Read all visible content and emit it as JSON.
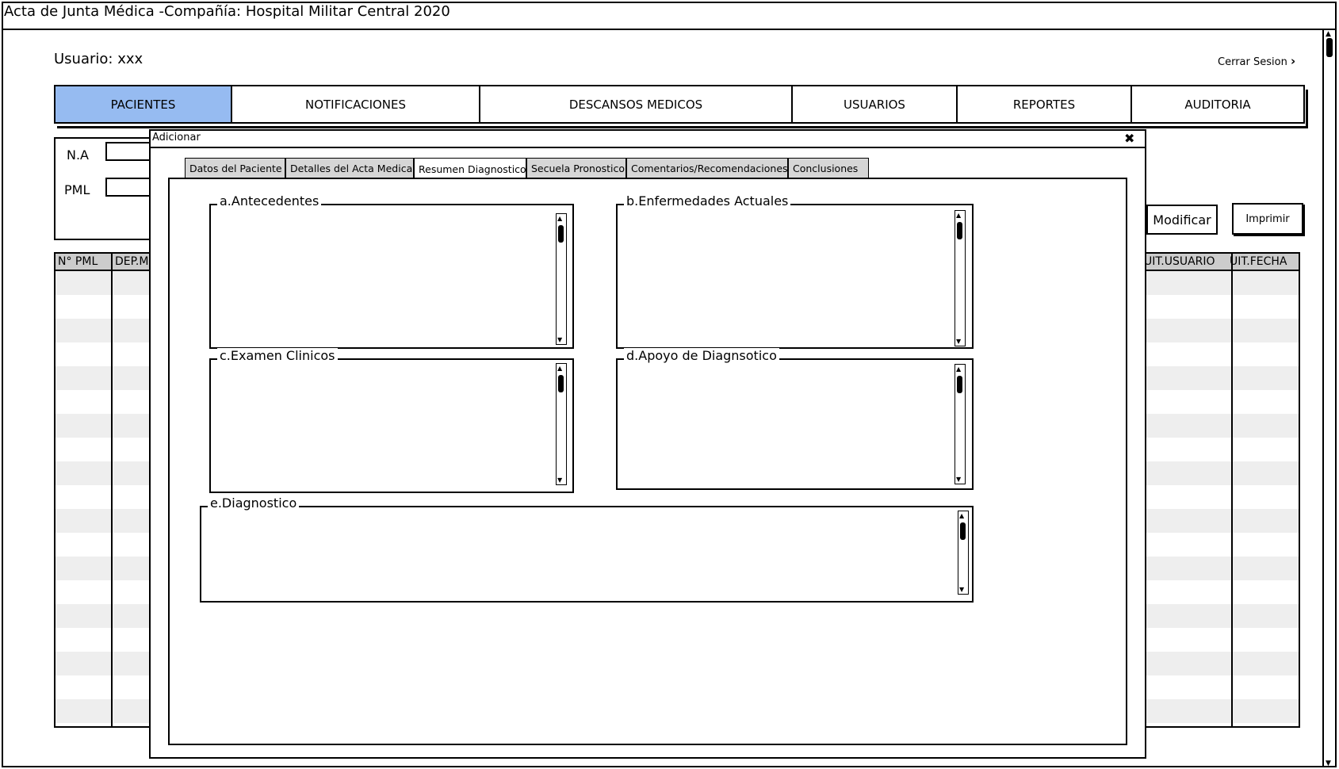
{
  "app": {
    "title": "Acta de Junta Médica -Compañía: Hospital Militar Central 2020",
    "user_label": "Usuario: xxx",
    "logout_label": "Cerrar Sesion",
    "logout_icon": "chevron-right-icon"
  },
  "nav": {
    "tabs": [
      {
        "label": "PACIENTES",
        "active": true
      },
      {
        "label": "NOTIFICACIONES",
        "active": false
      },
      {
        "label": "DESCANSOS MEDICOS",
        "active": false
      },
      {
        "label": "USUARIOS",
        "active": false
      },
      {
        "label": "REPORTES",
        "active": false
      },
      {
        "label": "AUDITORIA",
        "active": false
      }
    ],
    "active_color": "#96bbf1"
  },
  "filters": {
    "na_label": "N.A",
    "pml_label": "PML"
  },
  "actions": {
    "modificar_label": "Modificar",
    "imprimir_label": "Imprimir"
  },
  "table": {
    "columns": [
      "N° PML",
      "DEP.M",
      "UIT.USUARIO",
      "UIT.FECHA"
    ],
    "stripe_color": "#eeeeee"
  },
  "modal": {
    "title": "Adicionar",
    "close_icon": "close-icon",
    "tabs": [
      {
        "label": "Datos del Paciente",
        "active": false
      },
      {
        "label": "Detalles del Acta Medica",
        "active": false
      },
      {
        "label": "Resumen Diagnostico",
        "active": true
      },
      {
        "label": "Secuela Pronostico",
        "active": false
      },
      {
        "label": "Comentarios/Recomendaciones",
        "active": false
      },
      {
        "label": "Conclusiones",
        "active": false
      }
    ],
    "sections": {
      "antecedentes": "a.Antecedentes",
      "enfermedades": "b.Enfermedades Actuales",
      "examen": "c.Examen Clinicos",
      "apoyo": "d.Apoyo de Diagnsotico",
      "diagnostico": "e.Diagnostico"
    }
  }
}
